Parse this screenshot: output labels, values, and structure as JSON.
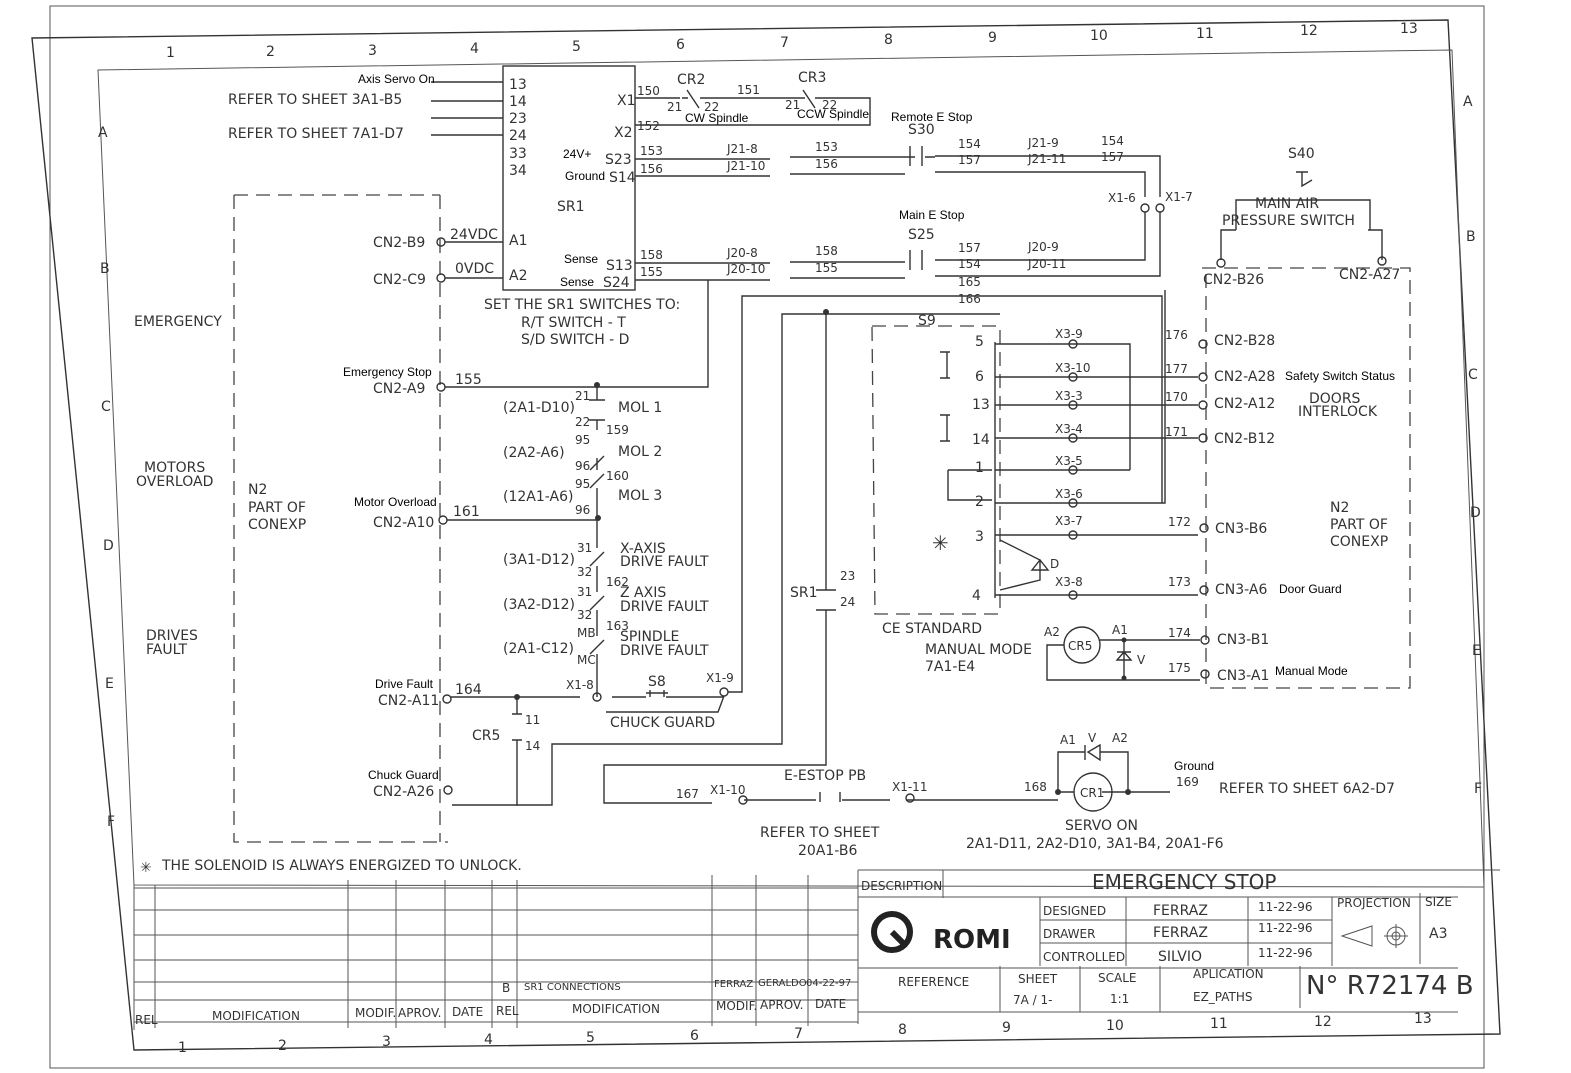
{
  "grid": {
    "columns": [
      "1",
      "2",
      "3",
      "4",
      "5",
      "6",
      "7",
      "8",
      "9",
      "10",
      "11",
      "12",
      "13"
    ],
    "rows": [
      "A",
      "B",
      "C",
      "D",
      "E",
      "F"
    ]
  },
  "annotations": {
    "axis_servo_on": "Axis Servo On",
    "v24_plus": "24V+",
    "ground_s14": "Ground",
    "sense1": "Sense",
    "sense2": "Sense",
    "cw_spindle": "CW Spindle",
    "ccw_spindle": "CCW Spindle",
    "remote_e_stop": "Remote E Stop",
    "main_e_stop": "Main E Stop",
    "emergency_stop": "Emergency Stop",
    "motor_overload": "Motor Overload",
    "drive_fault": "Drive Fault",
    "chuck_guard": "Chuck Guard",
    "safety_switch_status": "Safety Switch Status",
    "door_guard": "Door Guard",
    "manual_mode": "Manual Mode",
    "ground_169": "Ground"
  },
  "refs": {
    "sheet_3a1_b5": "REFER TO SHEET 3A1-B5",
    "sheet_7a1_d7": "REFER TO SHEET 7A1-D7",
    "sheet_6a2_d7": "REFER TO SHEET 6A2-D7",
    "sheet_20a1_b6_l1": "REFER TO SHEET",
    "sheet_20a1_b6_l2": "20A1-B6",
    "servo_on_l1": "SERVO ON",
    "servo_on_l2": "2A1-D11, 2A2-D10, 3A1-B4, 20A1-F6"
  },
  "sections": {
    "emergency": "EMERGENCY",
    "motors_overload_1": "MOTORS",
    "motors_overload_2": "OVERLOAD",
    "drives_fault_1": "DRIVES",
    "drives_fault_2": "FAULT"
  },
  "n2_left": [
    "N2",
    "PART OF",
    "CONEXP"
  ],
  "n2_right": [
    "N2",
    "PART OF",
    "CONEXP"
  ],
  "sr1": {
    "name": "SR1",
    "pins_left": [
      "13",
      "14",
      "23",
      "24",
      "33",
      "34"
    ],
    "pins_right": [
      "X1",
      "X2",
      "S23",
      "S14",
      "S13",
      "S24"
    ],
    "a1": "A1",
    "a2": "A2",
    "settings": [
      "SET THE SR1 SWITCHES TO:",
      "R/T SWITCH - T",
      "S/D SWITCH - D"
    ]
  },
  "connectors_left": {
    "cn2_b9": "CN2-B9",
    "cn2_c9": "CN2-C9",
    "cn2_a9": "CN2-A9",
    "cn2_a10": "CN2-A10",
    "cn2_a11": "CN2-A11",
    "cn2_a26": "CN2-A26",
    "v24dc": "24VDC",
    "v0dc": "0VDC"
  },
  "wires": {
    "w150": "150",
    "w151": "151",
    "w152": "152",
    "w153": "153",
    "w154": "154",
    "w155": "155",
    "w156": "156",
    "w157": "157",
    "w158": "158",
    "w159": "159",
    "w160": "160",
    "w161": "161",
    "w162": "162",
    "w163": "163",
    "w164": "164",
    "w165": "165",
    "w166": "166",
    "w167": "167",
    "w168": "168",
    "w169": "169",
    "w170": "170",
    "w171": "171",
    "w172": "172",
    "w173": "173",
    "w174": "174",
    "w175": "175",
    "w176": "176",
    "w177": "177"
  },
  "relays": {
    "cr2": "CR2",
    "cr3": "CR3",
    "cr5": "CR5",
    "cr1": "CR1",
    "cr2_21": "21",
    "cr2_22": "22",
    "cr3_21": "21",
    "cr3_22": "22",
    "cr5_11": "11",
    "cr5_14": "14",
    "sr1_23": "23",
    "sr1_24": "24",
    "a1": "A1",
    "a2": "A2",
    "v": "V",
    "d": "D"
  },
  "terminals": {
    "j21_8": "J21-8",
    "j21_10": "J21-10",
    "j21_9": "J21-9",
    "j21_11": "J21-11",
    "j20_8": "J20-8",
    "j20_10": "J20-10",
    "j20_9": "J20-9",
    "j20_11": "J20-11",
    "x1_6": "X1-6",
    "x1_7": "X1-7",
    "x1_8": "X1-8",
    "x1_9": "X1-9",
    "x1_10": "X1-10",
    "x1_11": "X1-11",
    "x3_9": "X3-9",
    "x3_10": "X3-10",
    "x3_3": "X3-3",
    "x3_4": "X3-4",
    "x3_5": "X3-5",
    "x3_6": "X3-6",
    "x3_7": "X3-7",
    "x3_8": "X3-8"
  },
  "switches": {
    "s30": "S30",
    "s25": "S25",
    "s40": "S40",
    "s8": "S8",
    "s9": "S9",
    "main_air_1": "MAIN AIR",
    "main_air_2": "PRESSURE SWITCH",
    "e_estop_pb": "E-ESTOP PB",
    "chuck_guard": "CHUCK GUARD",
    "ce_standard": "CE STANDARD",
    "manual_mode_1": "MANUAL MODE",
    "manual_mode_2": "7A1-E4",
    "s9_pins": [
      "5",
      "6",
      "13",
      "14",
      "1",
      "2",
      "3",
      "4"
    ]
  },
  "chain": {
    "ref_2a1_d10": "(2A1-D10)",
    "ref_2a2_a6": "(2A2-A6)",
    "ref_12a1_a6": "(12A1-A6)",
    "ref_3a1_d12": "(3A1-D12)",
    "ref_3a2_d12": "(3A2-D12)",
    "ref_2a1_c12": "(2A1-C12)",
    "mol1": "MOL 1",
    "mol2": "MOL 2",
    "mol3": "MOL 3",
    "xaxis_1": "X-AXIS",
    "xaxis_2": "DRIVE FAULT",
    "zaxis_1": "Z AXIS",
    "zaxis_2": "DRIVE FAULT",
    "spindle_1": "SPINDLE",
    "spindle_2": "DRIVE FAULT",
    "n21": "21",
    "n22": "22",
    "n95a": "95",
    "n96a": "96",
    "n95b": "95",
    "n96b": "96",
    "n31a": "31",
    "n32a": "32",
    "n31b": "31",
    "n32b": "32",
    "mb": "MB",
    "mc": "MC"
  },
  "connectors_right": {
    "cn2_b26": "CN2-B26",
    "cn2_a27": "CN2-A27",
    "cn2_b28": "CN2-B28",
    "cn2_a28": "CN2-A28",
    "cn2_a12": "CN2-A12",
    "cn2_b12": "CN2-B12",
    "cn3_b6": "CN3-B6",
    "cn3_a6": "CN3-A6",
    "cn3_b1": "CN3-B1",
    "cn3_a1": "CN3-A1",
    "doors_1": "DOORS",
    "doors_2": "INTERLOCK"
  },
  "note": "THE SOLENOID IS ALWAYS ENERGIZED TO UNLOCK.",
  "title_block": {
    "description_label": "DESCRIPTION",
    "title": "EMERGENCY STOP",
    "logo_text": "ROMI",
    "designed_label": "DESIGNED",
    "designed": "FERRAZ",
    "designed_date": "11-22-96",
    "drawer_label": "DRAWER",
    "drawer": "FERRAZ",
    "drawer_date": "11-22-96",
    "controlled_label": "CONTROLLED",
    "controlled": "SILVIO",
    "controlled_date": "11-22-96",
    "projection_label": "PROJECTION",
    "size_label": "SIZE",
    "size": "A3",
    "reference_label": "REFERENCE",
    "sheet_label": "SHEET",
    "sheet": "7A / 1-",
    "scale_label": "SCALE",
    "scale": "1:1",
    "application_label": "APLICATION",
    "application": "EZ_PATHS",
    "number": "N° R72174 B"
  },
  "revisions": {
    "rel": "REL",
    "modification": "MODIFICATION",
    "modif": "MODIF.",
    "aprov": "APROV.",
    "date": "DATE",
    "rev_b": "B",
    "rev_b_text": "SR1 CONNECTIONS",
    "rev_b_modif": "FERRAZ",
    "rev_b_aprov": "GERALDO",
    "rev_b_date": "04-22-97"
  }
}
